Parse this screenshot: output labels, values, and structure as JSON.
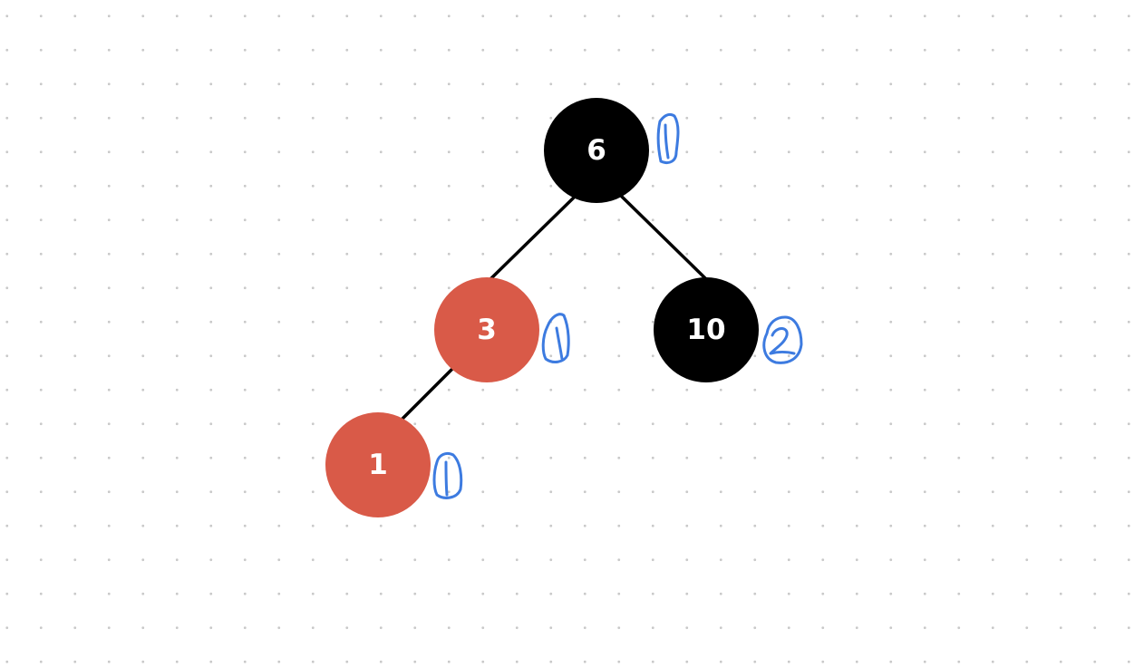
{
  "colors": {
    "black_node": "#000000",
    "red_node": "#d95a48",
    "edge": "#000000",
    "annotation": "#3d7be0"
  },
  "tree": {
    "nodes": [
      {
        "id": "n6",
        "label": "6",
        "color": "black",
        "annotation": "1"
      },
      {
        "id": "n3",
        "label": "3",
        "color": "red",
        "annotation": "1"
      },
      {
        "id": "n10",
        "label": "10",
        "color": "black",
        "annotation": "2"
      },
      {
        "id": "n1",
        "label": "1",
        "color": "red",
        "annotation": "1"
      }
    ],
    "edges": [
      {
        "from": "6",
        "to": "3"
      },
      {
        "from": "6",
        "to": "10"
      },
      {
        "from": "3",
        "to": "1"
      }
    ]
  }
}
